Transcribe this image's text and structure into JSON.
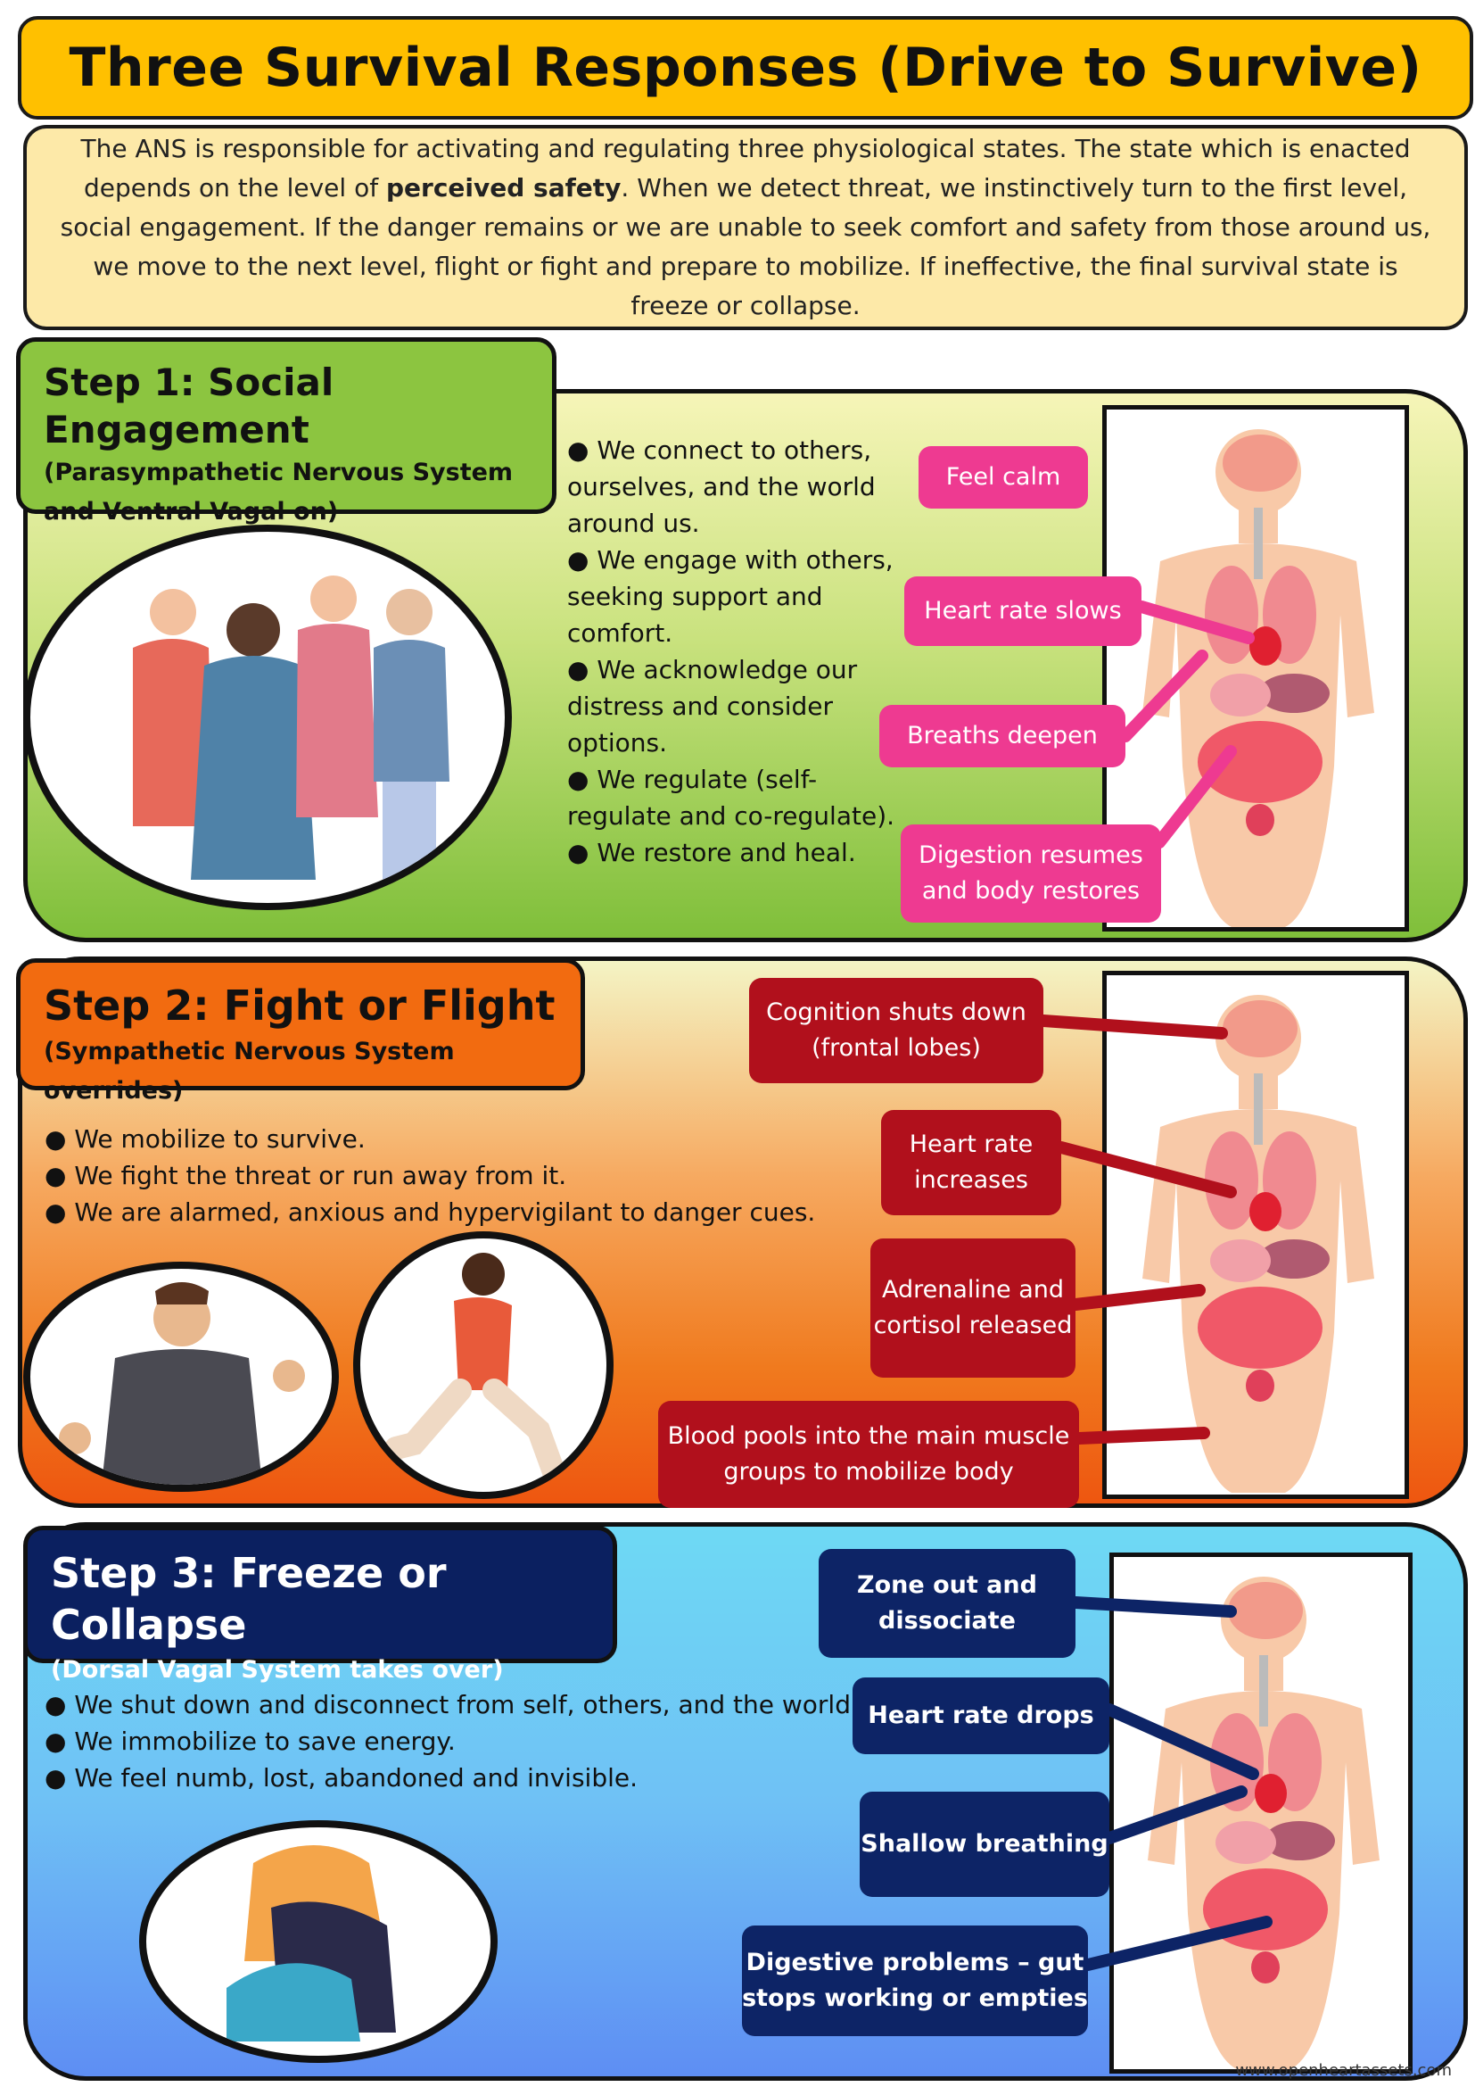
{
  "title": "Three Survival Responses (Drive to Survive)",
  "intro": {
    "before_bold": "The ANS is responsible for activating and regulating three physiological states. The state which is enacted depends on the level of ",
    "bold": "perceived safety",
    "after_bold": ". When we detect threat, we instinctively turn to the first level, social engagement. If the danger remains or we are unable to seek comfort and safety from those around us, we move to the next level, flight or fight and prepare to mobilize. If ineffective, the final survival state is freeze or collapse."
  },
  "step1": {
    "title": "Step 1: Social Engagement",
    "subtitle": "(Parasympathetic Nervous System and Ventral Vagal on)",
    "bullets": [
      "● We connect to others, ourselves, and the world around us.",
      "● We engage with others, seeking support and comfort.",
      "● We acknowledge our distress and consider options.",
      "● We regulate (self-regulate and co-regulate).",
      "● We restore and heal."
    ],
    "labels": [
      "Feel calm",
      "Heart rate slows",
      "Breaths deepen",
      "Digestion resumes and body restores"
    ]
  },
  "step2": {
    "title": "Step 2: Fight or Flight",
    "subtitle": "(Sympathetic Nervous System overrides)",
    "bullets": [
      "● We mobilize to survive.",
      "● We fight the threat or run away from it.",
      "● We are alarmed, anxious and hypervigilant to danger cues."
    ],
    "labels": [
      "Cognition shuts down (frontal lobes)",
      "Heart rate increases",
      "Adrenaline and cortisol released",
      "Blood pools into the main muscle groups to mobilize body"
    ]
  },
  "step3": {
    "title": "Step 3: Freeze or Collapse",
    "subtitle": "(Dorsal Vagal System takes over)",
    "bullets": [
      "● We shut down and disconnect from self, others, and the world.",
      "● We immobilize to save energy.",
      "● We feel numb, lost, abandoned and invisible."
    ],
    "labels": [
      "Zone out and dissociate",
      "Heart rate drops",
      "Shallow breathing",
      "Digestive problems – gut stops working or empties"
    ]
  },
  "footer": "www.openheartassets.com",
  "colors": {
    "title_bg": "#ffc000",
    "intro_bg": "#fde9a8",
    "step1_header": "#8cc540",
    "step2_header": "#f26b10",
    "step3_header": "#0b2060",
    "step1_label": "#ee3a91",
    "step2_label": "#b1101c",
    "step3_label": "#0d2466"
  }
}
